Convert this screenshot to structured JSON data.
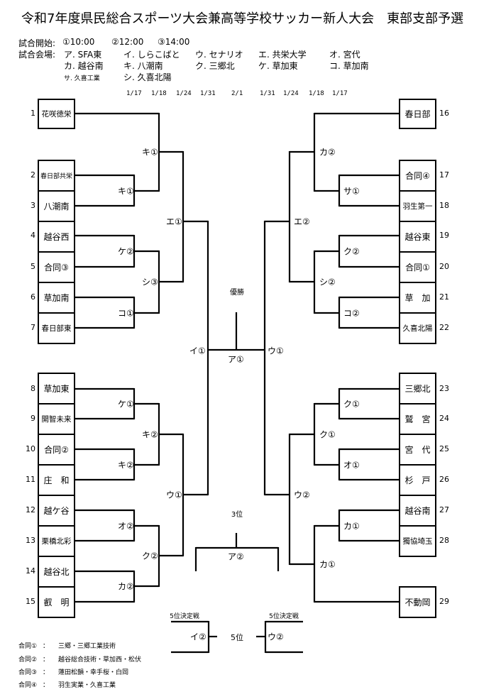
{
  "title": "令和7年度県民総合スポーツ大会兼高等学校サッカー新人大会　東部支部予選",
  "schedule": {
    "start_label": "試合開始:",
    "times": [
      "①10:00",
      "②12:00",
      "③14:00"
    ],
    "venue_label": "試合会場:",
    "venues": [
      "ア. SFA東",
      "イ. しらこばと",
      "ウ. セナリオ",
      "エ. 共栄大学",
      "オ. 宮代",
      "カ. 越谷南",
      "キ. 八潮南",
      "ク. 三郷北",
      "ケ. 草加東",
      "コ. 草加南",
      "サ. 久喜工業",
      "シ. 久喜北陽"
    ]
  },
  "round_dates": [
    "1/17",
    "1/18",
    "1/24",
    "1/31",
    "2/1",
    "1/31",
    "1/24",
    "1/18",
    "1/17"
  ],
  "teams_left": [
    {
      "seed": "1",
      "name": "花咲徳栄"
    },
    {
      "seed": "2",
      "name": "春日部共栄"
    },
    {
      "seed": "3",
      "name": "八潮南"
    },
    {
      "seed": "4",
      "name": "越谷西"
    },
    {
      "seed": "5",
      "name": "合同③"
    },
    {
      "seed": "6",
      "name": "草加南"
    },
    {
      "seed": "7",
      "name": "春日部東"
    },
    {
      "seed": "8",
      "name": "草加東"
    },
    {
      "seed": "9",
      "name": "開智未来"
    },
    {
      "seed": "10",
      "name": "合同②"
    },
    {
      "seed": "11",
      "name": "庄　和"
    },
    {
      "seed": "12",
      "name": "越ケ谷"
    },
    {
      "seed": "13",
      "name": "栗橋北彩"
    },
    {
      "seed": "14",
      "name": "越谷北"
    },
    {
      "seed": "15",
      "name": "叡　明"
    }
  ],
  "teams_right": [
    {
      "seed": "16",
      "name": "春日部"
    },
    {
      "seed": "17",
      "name": "合同④"
    },
    {
      "seed": "18",
      "name": "羽生第一"
    },
    {
      "seed": "19",
      "name": "越谷東"
    },
    {
      "seed": "20",
      "name": "合同①"
    },
    {
      "seed": "21",
      "name": "草　加"
    },
    {
      "seed": "22",
      "name": "久喜北陽"
    },
    {
      "seed": "23",
      "name": "三郷北"
    },
    {
      "seed": "24",
      "name": "鷲　宮"
    },
    {
      "seed": "25",
      "name": "宮　代"
    },
    {
      "seed": "26",
      "name": "杉　戸"
    },
    {
      "seed": "27",
      "name": "越谷南"
    },
    {
      "seed": "28",
      "name": "獨協埼玉"
    },
    {
      "seed": "29",
      "name": "不動岡"
    }
  ],
  "match_labels": {
    "l_r1_2_3": "キ①",
    "l_r2_1": "キ①",
    "l_r1_4_5": "ケ②",
    "l_r1_6_7": "コ①",
    "l_r2_4_7": "シ③",
    "l_r3_top": "エ①",
    "l_r1_8_9": "ケ①",
    "l_r1_10_11": "キ②",
    "l_r2_8_11": "キ②",
    "l_r1_12_13": "オ②",
    "l_r1_14_15": "カ②",
    "l_r2_12_15": "ク②",
    "l_r3_bottom": "ウ①",
    "l_semi": "イ①",
    "r_r1_17_18": "サ①",
    "r_r2_16": "カ②",
    "r_r1_19_20": "ク②",
    "r_r1_21_22": "コ②",
    "r_r2_19_22": "シ②",
    "r_r3_top": "エ②",
    "r_r1_23_24": "ク①",
    "r_r1_25_26": "オ①",
    "r_r2_23_26": "ク①",
    "r_r1_27_28": "カ①",
    "r_r2_27_29": "カ①",
    "r_r3_bottom": "ウ②",
    "r_semi": "ウ①",
    "final": "ア①",
    "third": "ア②",
    "fifth_left": "イ②",
    "fifth_right": "ウ②"
  },
  "center": {
    "champion_label": "優勝",
    "third_label": "3位",
    "fifth_label": "5位",
    "fifth_playoff_left": "5位決定戦",
    "fifth_playoff_right": "5位決定戦"
  },
  "joint_teams": [
    {
      "key": "合同①",
      "sep": "：",
      "members": "三郷・三郷工業技術"
    },
    {
      "key": "合同②",
      "sep": "：",
      "members": "越谷総合技術・草加西・松伏"
    },
    {
      "key": "合同③",
      "sep": "：",
      "members": "蓮田松韻・幸手桜・白岡"
    },
    {
      "key": "合同④",
      "sep": "：",
      "members": "羽生実業・久喜工業"
    }
  ]
}
